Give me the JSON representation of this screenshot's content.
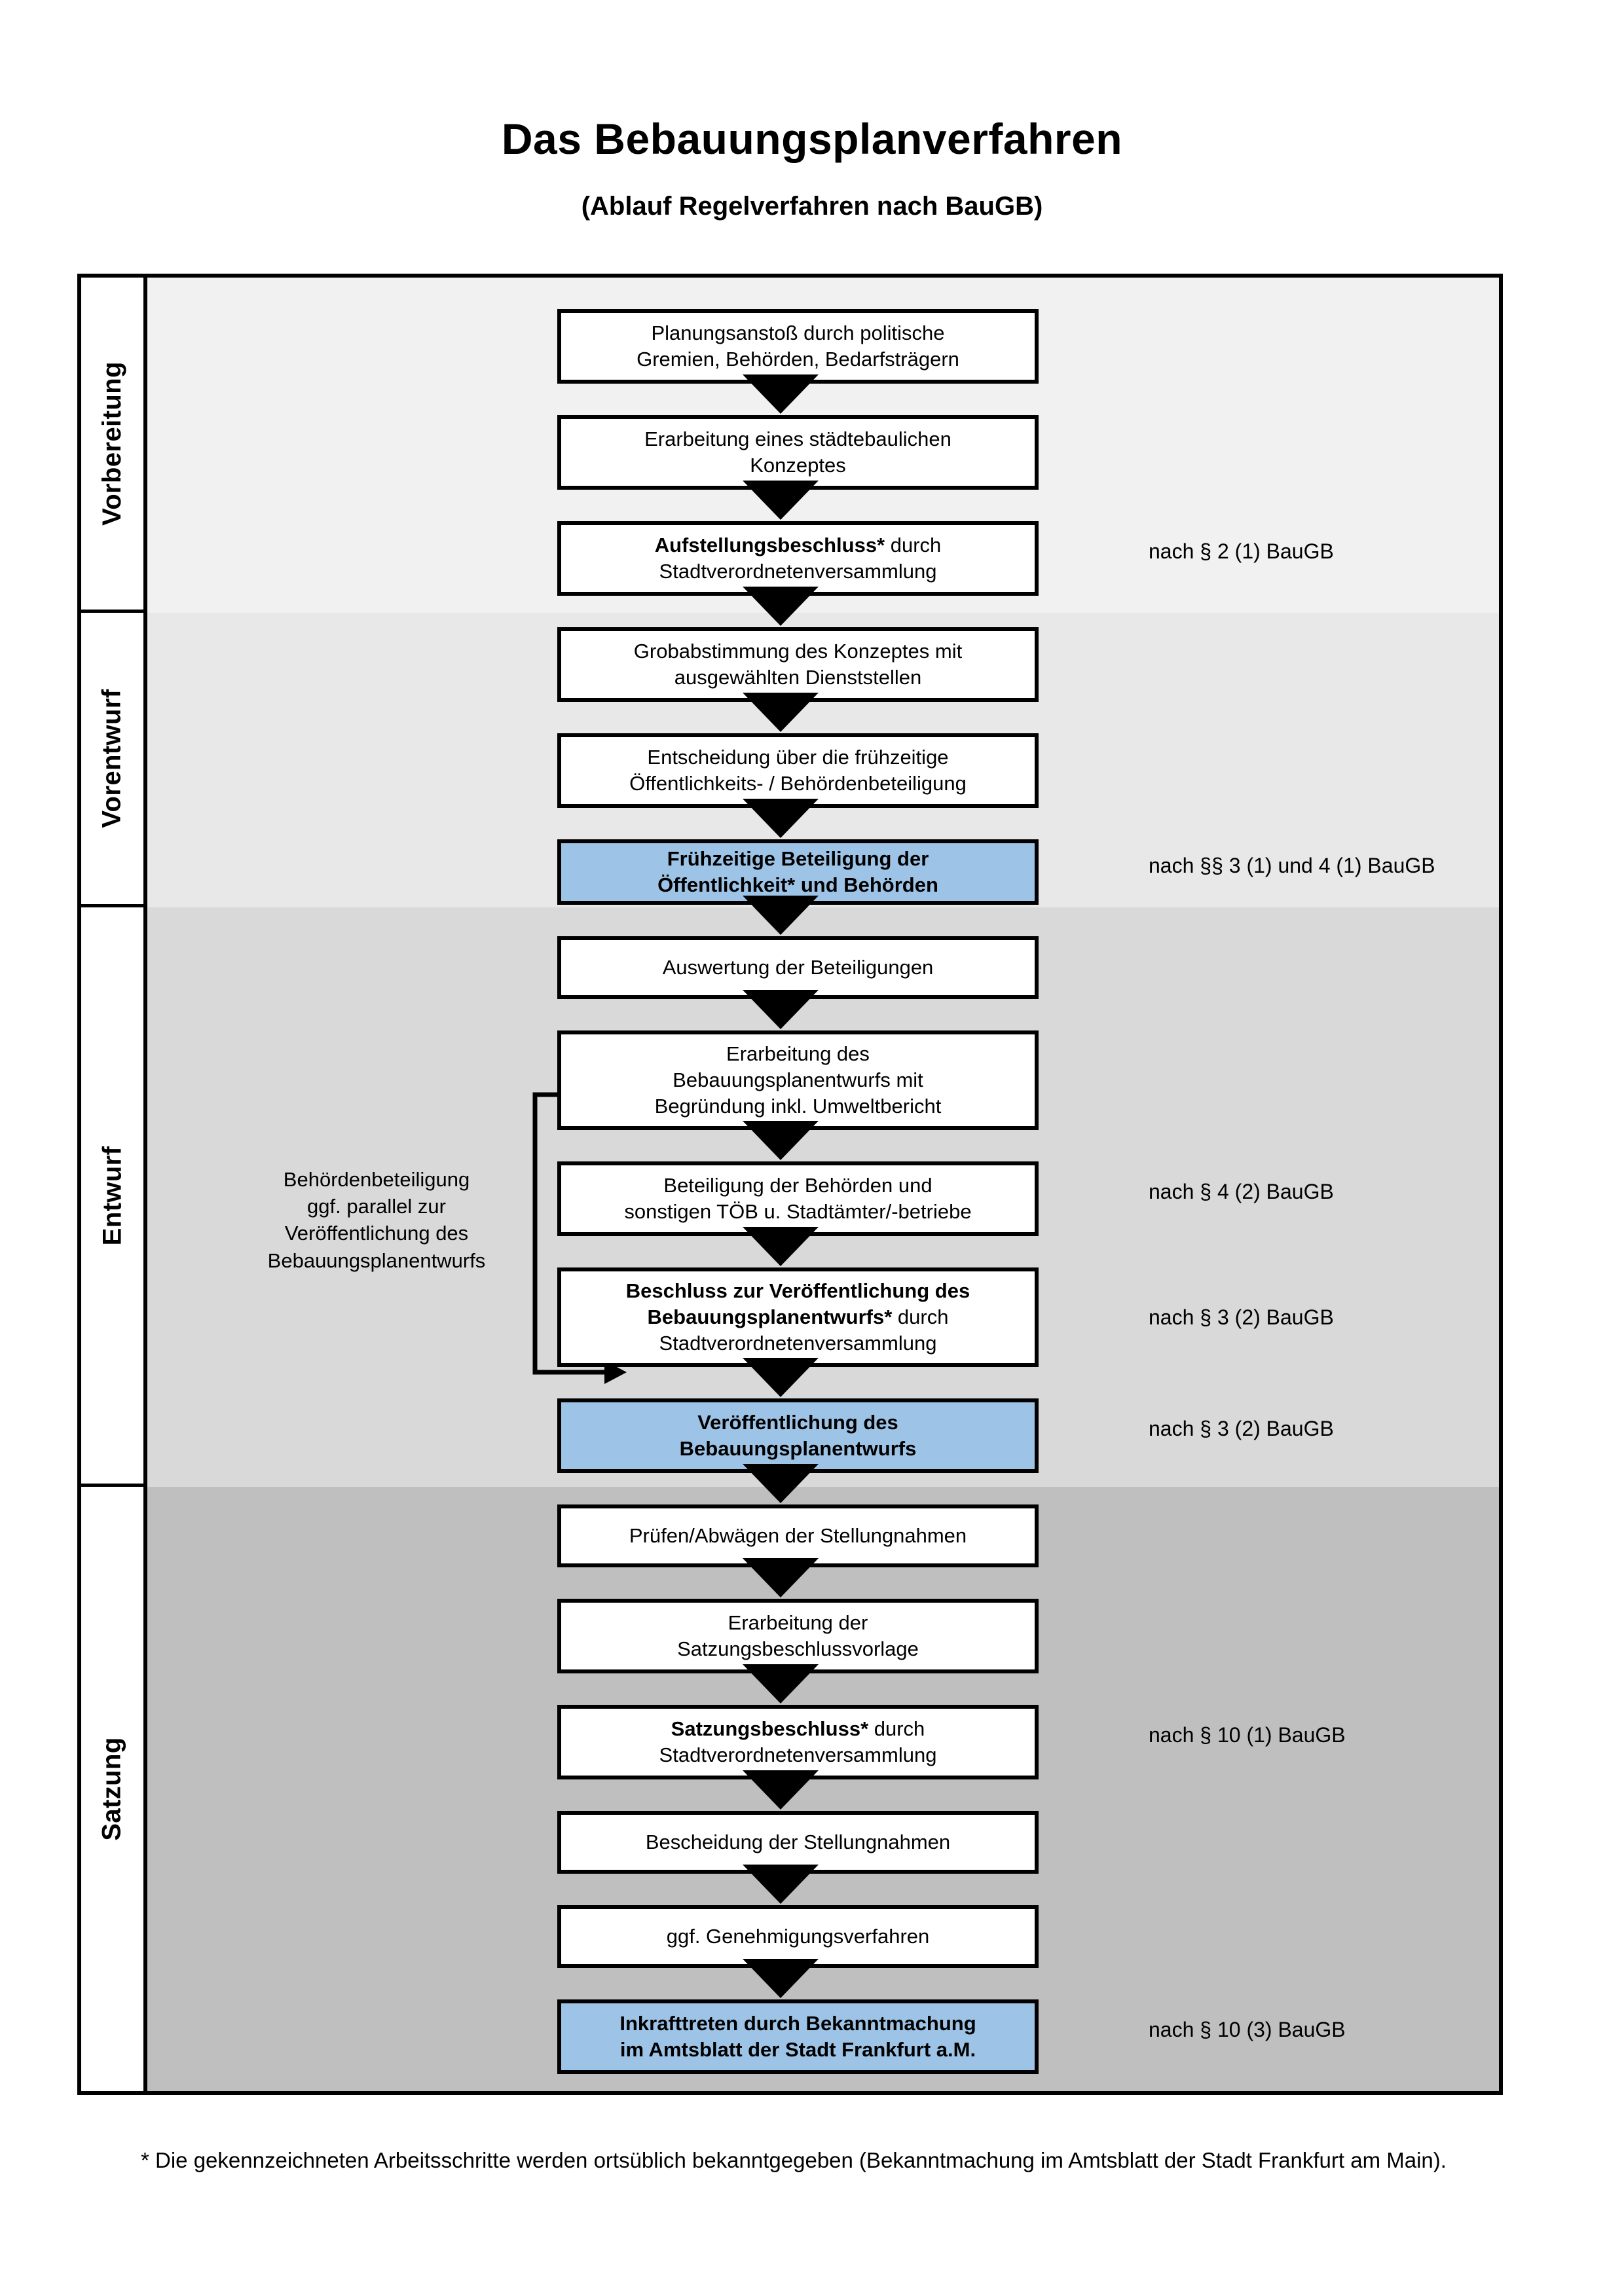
{
  "header": {
    "title": "Das Bebauungsplanverfahren",
    "subtitle": "(Ablauf Regelverfahren nach BauGB)"
  },
  "phases": [
    {
      "id": "vorbereitung",
      "label": "Vorbereitung",
      "band_color": "#f1f1f1"
    },
    {
      "id": "vorentwurf",
      "label": "Vorentwurf",
      "band_color": "#e8e8e8"
    },
    {
      "id": "entwurf",
      "label": "Entwurf",
      "band_color": "#d9d9d9"
    },
    {
      "id": "satzung",
      "label": "Satzung",
      "band_color": "#bfbfbf"
    }
  ],
  "steps": [
    {
      "n": 1,
      "phase": "vorbereitung",
      "highlight": false,
      "lines": [
        "Planungsanstoß durch politische",
        "Gremien, Behörden, Bedarfsträgern"
      ]
    },
    {
      "n": 2,
      "phase": "vorbereitung",
      "highlight": false,
      "lines": [
        "Erarbeitung eines städtebaulichen",
        "Konzeptes"
      ]
    },
    {
      "n": 3,
      "phase": "vorbereitung",
      "highlight": false,
      "bold_prefix": "Aufstellungsbeschluss*",
      "rest": " durch",
      "lines": [
        "Aufstellungsbeschluss* durch",
        "Stadtverordnetenversammlung"
      ]
    },
    {
      "n": 4,
      "phase": "vorentwurf",
      "highlight": false,
      "lines": [
        "Grobabstimmung des Konzeptes mit",
        "ausgewählten Dienststellen"
      ]
    },
    {
      "n": 5,
      "phase": "vorentwurf",
      "highlight": false,
      "lines": [
        "Entscheidung über die frühzeitige",
        "Öffentlichkeits- / Behördenbeteiligung"
      ]
    },
    {
      "n": 6,
      "phase": "vorentwurf",
      "highlight": true,
      "lines": [
        "Frühzeitige Beteiligung der",
        "Öffentlichkeit* und Behörden"
      ]
    },
    {
      "n": 7,
      "phase": "entwurf",
      "highlight": false,
      "lines": [
        "Auswertung der Beteiligungen"
      ]
    },
    {
      "n": 8,
      "phase": "entwurf",
      "highlight": false,
      "lines": [
        "Erarbeitung des",
        "Bebauungsplanentwurfs mit",
        "Begründung inkl. Umweltbericht"
      ]
    },
    {
      "n": 9,
      "phase": "entwurf",
      "highlight": false,
      "lines": [
        "Beteiligung der Behörden und",
        "sonstigen TÖB u. Stadtämter/-betriebe"
      ]
    },
    {
      "n": 10,
      "phase": "entwurf",
      "highlight": false,
      "bold_prefix": "Beschluss zur Veröffentlichung des Bebauungsplanentwurfs*",
      "rest": " durch",
      "lines": [
        "Beschluss zur Veröffentlichung des",
        "Bebauungsplanentwurfs* durch",
        "Stadtverordnetenversammlung"
      ]
    },
    {
      "n": 11,
      "phase": "entwurf",
      "highlight": true,
      "lines": [
        "Veröffentlichung des",
        "Bebauungsplanentwurfs"
      ]
    },
    {
      "n": 12,
      "phase": "satzung",
      "highlight": false,
      "lines": [
        "Prüfen/Abwägen der Stellungnahmen"
      ]
    },
    {
      "n": 13,
      "phase": "satzung",
      "highlight": false,
      "lines": [
        "Erarbeitung der",
        "Satzungsbeschlussvorlage"
      ]
    },
    {
      "n": 14,
      "phase": "satzung",
      "highlight": false,
      "bold_prefix": "Satzungsbeschluss*",
      "rest": " durch",
      "lines": [
        "Satzungsbeschluss* durch",
        "Stadtverordnetenversammlung"
      ]
    },
    {
      "n": 15,
      "phase": "satzung",
      "highlight": false,
      "lines": [
        "Bescheidung der Stellungnahmen"
      ]
    },
    {
      "n": 16,
      "phase": "satzung",
      "highlight": false,
      "lines": [
        "ggf. Genehmigungsverfahren"
      ]
    },
    {
      "n": 17,
      "phase": "satzung",
      "highlight": true,
      "bold_prefix": "Inkrafttreten",
      "rest": " durch Bekanntmachung",
      "lines": [
        "Inkrafttreten durch Bekanntmachung",
        "im Amtsblatt der Stadt Frankfurt a.M."
      ]
    }
  ],
  "legal_refs": [
    {
      "id": "ref-1",
      "text": "nach § 2 (1) BauGB",
      "near_step": 3
    },
    {
      "id": "ref-2",
      "text": "nach §§ 3 (1) und 4 (1) BauGB",
      "near_step": 6
    },
    {
      "id": "ref-3",
      "text": "nach § 4 (2) BauGB",
      "near_step": 9
    },
    {
      "id": "ref-4",
      "text": "nach § 3 (2) BauGB",
      "near_step": 10
    },
    {
      "id": "ref-5",
      "text": "nach § 3 (2) BauGB",
      "near_step": 11
    },
    {
      "id": "ref-6",
      "text": "nach § 10 (1) BauGB",
      "near_step": 14
    },
    {
      "id": "ref-7",
      "text": "nach § 10 (3) BauGB",
      "near_step": 17
    }
  ],
  "side_note": {
    "lines": [
      "Behördenbeteiligung",
      "ggf. parallel zur",
      "Veröffentlichung des",
      "Bebauungsplanentwurfs"
    ]
  },
  "footnote": {
    "text": "* Die gekennzeichneten Arbeitsschritte werden ortsüblich bekanntgegeben (Bekanntmachung im Amtsblatt  der Stadt Frankfurt am Main)."
  },
  "colors": {
    "highlight_fill": "#9dc3e6",
    "border": "#000000",
    "band_vorbereitung": "#f1f1f1",
    "band_vorentwurf": "#e8e8e8",
    "band_entwurf": "#d9d9d9",
    "band_satzung": "#bfbfbf"
  }
}
